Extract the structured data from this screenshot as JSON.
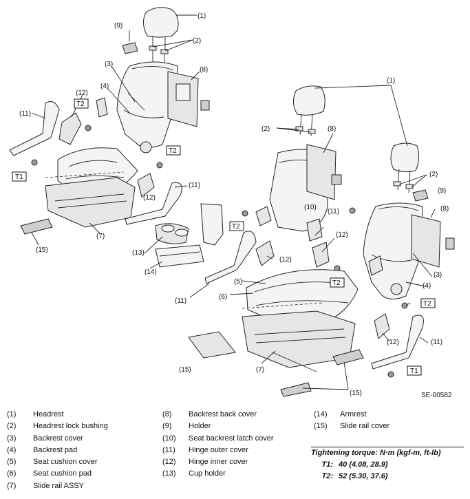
{
  "diagram": {
    "callouts": {
      "c1a": "(1)",
      "c1b": "(1)",
      "c2a": "(2)",
      "c2b": "(2)",
      "c2c": "(2)",
      "c3a": "(3)",
      "c3b": "(3)",
      "c4a": "(4)",
      "c4b": "(4)",
      "c5": "(5)",
      "c6": "(6)",
      "c7a": "(7)",
      "c7b": "(7)",
      "c8a": "(8)",
      "c8b": "(8)",
      "c8c": "(8)",
      "c9a": "(9)",
      "c9b": "(9)",
      "c10": "(10)",
      "c11a": "(11)",
      "c11b": "(11)",
      "c11c": "(11)",
      "c11d": "(11)",
      "c11e": "(11)",
      "c12a": "(12)",
      "c12b": "(12)",
      "c12c": "(12)",
      "c12d": "(12)",
      "c12e": "(12)",
      "c13": "(13)",
      "c14": "(14)",
      "c15a": "(15)",
      "c15b": "(15)",
      "c15c": "(15)"
    },
    "tags": {
      "t1a": "T1",
      "t1b": "T1",
      "t2a": "T2",
      "t2b": "T2",
      "t2c": "T2",
      "t2d": "T2",
      "t2e": "T2"
    },
    "code": "SE-00582"
  },
  "legend": {
    "col1": [
      {
        "num": "(1)",
        "text": "Headrest"
      },
      {
        "num": "(2)",
        "text": "Headrest lock bushing"
      },
      {
        "num": "(3)",
        "text": "Backrest cover"
      },
      {
        "num": "(4)",
        "text": "Backrest pad"
      },
      {
        "num": "(5)",
        "text": "Seat cushion cover"
      },
      {
        "num": "(6)",
        "text": "Seat cushion pad"
      },
      {
        "num": "(7)",
        "text": "Slide rail ASSY"
      }
    ],
    "col2": [
      {
        "num": "(8)",
        "text": "Backrest back cover"
      },
      {
        "num": "(9)",
        "text": "Holder"
      },
      {
        "num": "(10)",
        "text": "Seat backrest latch cover"
      },
      {
        "num": "(11)",
        "text": "Hinge outer cover"
      },
      {
        "num": "(12)",
        "text": "Hinge inner cover"
      },
      {
        "num": "(13)",
        "text": "Cup holder"
      }
    ],
    "col3": [
      {
        "num": "(14)",
        "text": "Armrest"
      },
      {
        "num": "(15)",
        "text": "Slide rail cover"
      }
    ]
  },
  "torque": {
    "title": "Tightening torque: N·m (kgf-m, ft-lb)",
    "rows": [
      {
        "key": "T1:",
        "value": "40 (4.08, 28.9)"
      },
      {
        "key": "T2:",
        "value": "52 (5.30, 37.6)"
      }
    ]
  }
}
